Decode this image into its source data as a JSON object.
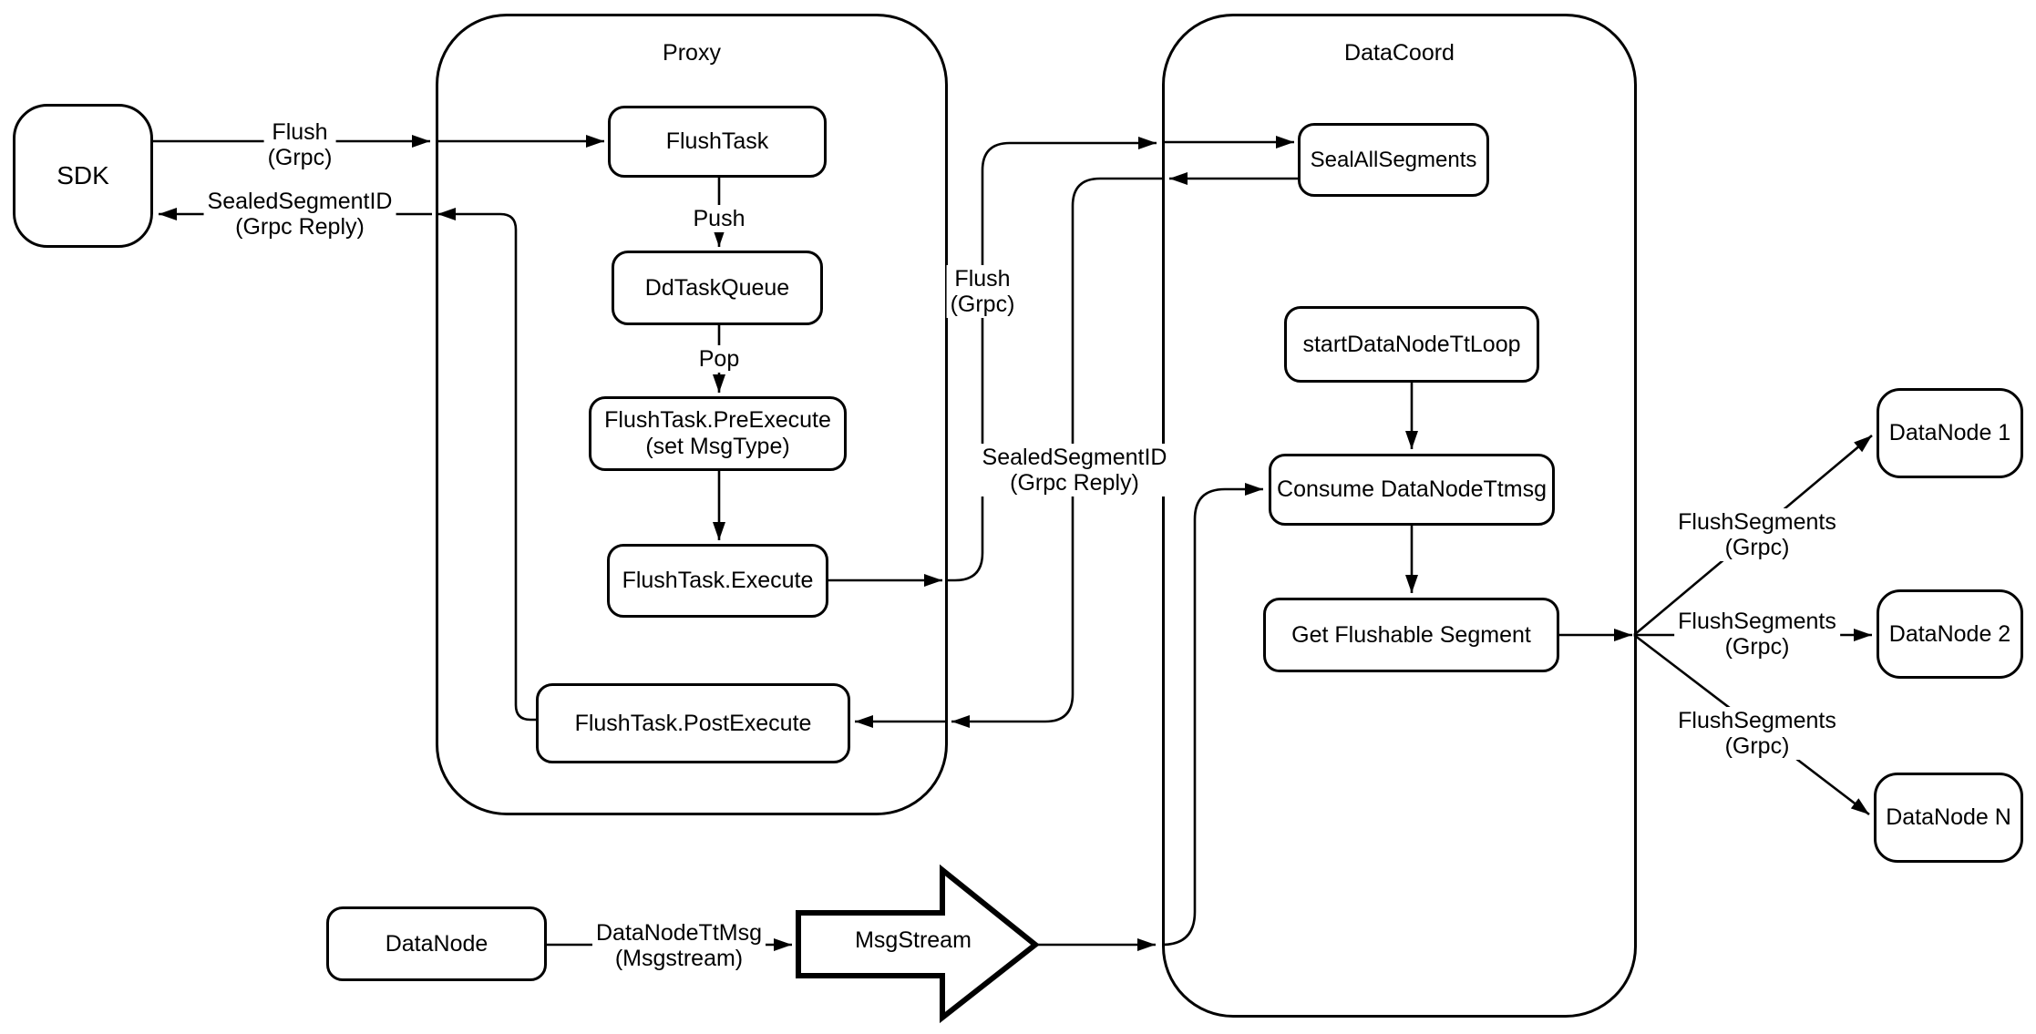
{
  "diagram": {
    "containers": {
      "proxy": {
        "title": "Proxy"
      },
      "datacoord": {
        "title": "DataCoord"
      }
    },
    "nodes": {
      "sdk": {
        "label": "SDK"
      },
      "flush_task": {
        "label": "FlushTask"
      },
      "dd_task_queue": {
        "label": "DdTaskQueue"
      },
      "pre_execute": {
        "line1": "FlushTask.PreExecute",
        "line2": "(set MsgType)"
      },
      "execute": {
        "label": "FlushTask.Execute"
      },
      "post_execute": {
        "label": "FlushTask.PostExecute"
      },
      "seal_all_segments": {
        "label": "SealAllSegments"
      },
      "start_tt_loop": {
        "label": "startDataNodeTtLoop"
      },
      "consume_ttmsg": {
        "label": "Consume DataNodeTtmsg"
      },
      "get_flushable": {
        "label": "Get Flushable Segment"
      },
      "datanode_1": {
        "label": "DataNode 1"
      },
      "datanode_2": {
        "label": "DataNode 2"
      },
      "datanode_n": {
        "label": "DataNode N"
      },
      "datanode_source": {
        "label": "DataNode"
      },
      "msgstream": {
        "label": "MsgStream"
      }
    },
    "edge_labels": {
      "flush_sdk": {
        "line1": "Flush",
        "line2": "(Grpc)"
      },
      "sealed_sdk": {
        "line1": "SealedSegmentID",
        "line2": "(Grpc Reply)"
      },
      "push": {
        "label": "Push"
      },
      "pop": {
        "label": "Pop"
      },
      "flush_mid": {
        "line1": "Flush",
        "line2": "(Grpc)"
      },
      "sealed_mid": {
        "line1": "SealedSegmentID",
        "line2": "(Grpc Reply)"
      },
      "flush_segments_1": {
        "line1": "FlushSegments",
        "line2": "(Grpc)"
      },
      "flush_segments_2": {
        "line1": "FlushSegments",
        "line2": "(Grpc)"
      },
      "flush_segments_3": {
        "line1": "FlushSegments",
        "line2": "(Grpc)"
      },
      "datanode_tt_msg": {
        "line1": "DataNodeTtMsg",
        "line2": "(Msgstream)"
      }
    },
    "colors": {
      "stroke": "#000000",
      "fill": "#ffffff",
      "text": "#000000"
    }
  }
}
